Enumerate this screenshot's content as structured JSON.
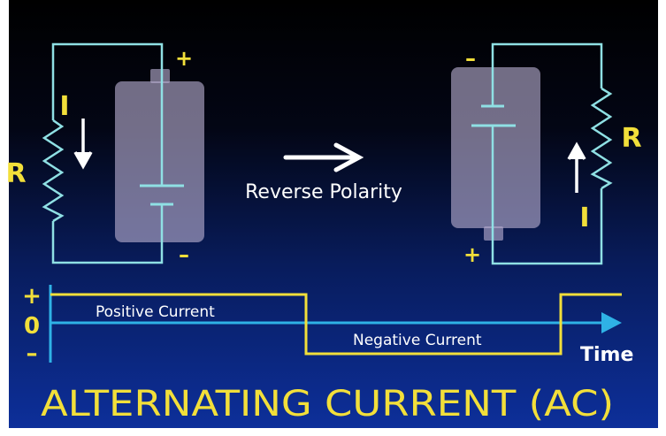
{
  "colors": {
    "wire": "#8fe0e4",
    "yellow": "#f2df3a",
    "white": "#ffffff",
    "cyan": "#2fb2e6",
    "battery": "#b8aed0",
    "bg_top": "#000000",
    "bg_bottom": "#0d2f9a"
  },
  "left_circuit": {
    "resistor_label": "R",
    "current_label": "I",
    "plus_label": "+",
    "minus_label": "–"
  },
  "right_circuit": {
    "resistor_label": "R",
    "current_label": "I",
    "plus_label": "+",
    "minus_label": "–"
  },
  "arrow_caption": "Reverse Polarity",
  "graph": {
    "plus_label": "+",
    "zero_label": "0",
    "minus_label": "–",
    "positive_label": "Positive Current",
    "negative_label": "Negative Current",
    "time_label": "Time"
  },
  "title": "ALTERNATING CURRENT (AC)"
}
